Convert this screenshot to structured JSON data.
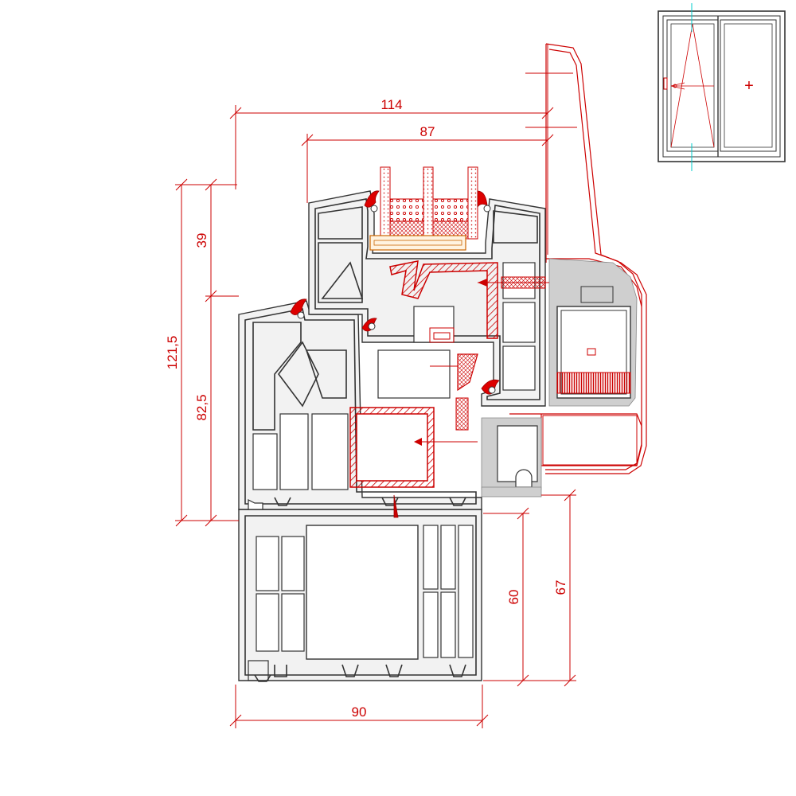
{
  "dimensions": {
    "overall_width": "114",
    "sash_width": "87",
    "glass_rebate": "39",
    "total_height": "121,5",
    "frame_height": "82,5",
    "frame_depth": "90",
    "sill_height_a": "60",
    "sill_height_b": "67"
  },
  "colors": {
    "dimension": "#cc0000",
    "profile": "#333333",
    "reinforcement": "#cc0000",
    "seal": "#dd0000",
    "shutter_box": "#cc0000"
  },
  "thumbnail": {
    "left_pane": "tilt-turn sash",
    "right_pane": "fixed glazing",
    "fixed_mark": "+"
  }
}
